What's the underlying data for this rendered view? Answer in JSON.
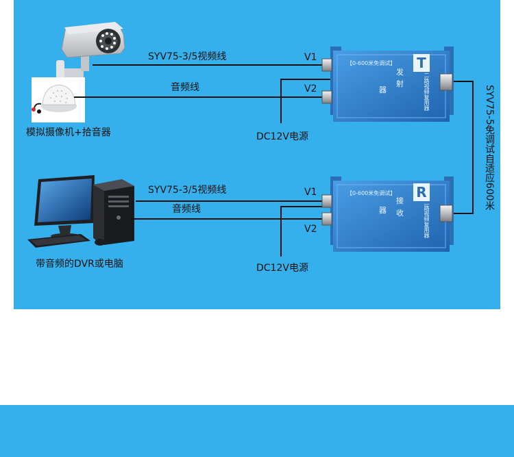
{
  "top": {
    "cable_video": "SYV75-3/5视频线",
    "cable_audio": "音频线",
    "port_v1": "V1",
    "port_v2": "V2",
    "power": "DC12V电源",
    "device_caption": "模拟摄像机+拾音器"
  },
  "bottom": {
    "cable_video": "SYV75-3/5视频线",
    "cable_audio": "音频线",
    "port_v1": "V1",
    "port_v2": "V2",
    "power": "DC12V电源",
    "device_caption": "带音频的DVR或电脑"
  },
  "link_cable": "SYV75-5免调试自适应600米",
  "transmitter": {
    "letter": "T",
    "subtitle": "【0-600米免调试】",
    "chars": [
      "发",
      "射",
      "器"
    ],
    "side": "二路视频复用器"
  },
  "receiver": {
    "letter": "R",
    "subtitle": "【0-600米免调试】",
    "chars": [
      "接",
      "收",
      "器"
    ],
    "side": "二路视频复用器"
  },
  "colors": {
    "panel": "#35b0ec",
    "device_body": "#2f7fc9",
    "device_face": "#2a72bb",
    "cable": "#111111"
  },
  "icons": [
    "cctv-camera-icon",
    "microphone-icon",
    "monitor-icon",
    "pc-tower-icon",
    "keyboard-icon",
    "mouse-icon",
    "bnc-connector-icon"
  ]
}
